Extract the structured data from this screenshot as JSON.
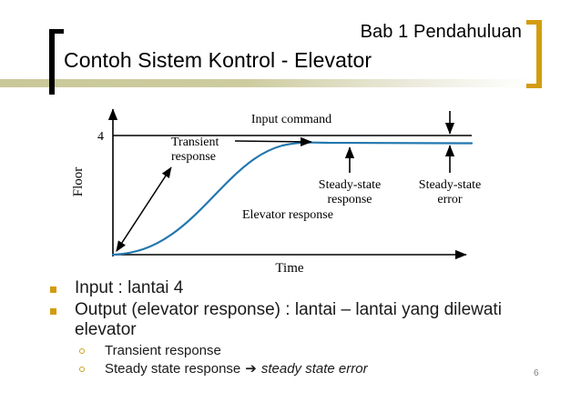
{
  "header": {
    "chapter": "Bab 1 Pendahuluan",
    "title": "Contoh Sistem Kontrol - Elevator"
  },
  "colors": {
    "accent_gold": "#d39c10",
    "bar_olive": "#c9c898",
    "curve_blue": "#2277ae",
    "bullet_square": "#d39c10",
    "bullet_circle": "#c9a227",
    "page_number": "#808080"
  },
  "figure": {
    "y_axis_label": "Floor",
    "x_axis_label": "Time",
    "y_tick_label": "4",
    "labels": {
      "input_command": "Input command",
      "transient_line1": "Transient",
      "transient_line2": "response",
      "elevator_response": "Elevator response",
      "steady_response_line1": "Steady-state",
      "steady_response_line2": "response",
      "steady_error_line1": "Steady-state",
      "steady_error_line2": "error"
    }
  },
  "chart_data": {
    "type": "line",
    "title": "Elevator step response",
    "xlabel": "Time",
    "ylabel": "Floor",
    "xlim": [
      0,
      10
    ],
    "ylim": [
      0,
      4.6
    ],
    "yticks": [
      4
    ],
    "ytick_labels": [
      "4"
    ],
    "xticks": [],
    "grid": false,
    "legend": "none",
    "series": [
      {
        "name": "Input command",
        "color": "#000000",
        "x": [
          0,
          1,
          2,
          3,
          4,
          5,
          6,
          7,
          8,
          9,
          10
        ],
        "values": [
          4,
          4,
          4,
          4,
          4,
          4,
          4,
          4,
          4,
          4,
          4
        ]
      },
      {
        "name": "Elevator response",
        "color": "#2277ae",
        "x": [
          0,
          0.5,
          1,
          1.5,
          2,
          2.5,
          3,
          3.5,
          4,
          4.5,
          5,
          5.5,
          6,
          7,
          8,
          9,
          10
        ],
        "values": [
          0,
          0.05,
          0.2,
          0.45,
          0.8,
          1.25,
          1.8,
          2.35,
          2.85,
          3.25,
          3.5,
          3.65,
          3.72,
          3.75,
          3.75,
          3.76,
          3.76
        ]
      }
    ],
    "annotations": [
      {
        "text": "Input command",
        "x": 5.0,
        "y": 4.35
      },
      {
        "text": "Transient response",
        "x": 2.2,
        "y": 3.55
      },
      {
        "text": "Elevator response",
        "x": 4.6,
        "y": 1.45
      },
      {
        "text": "Steady-state response",
        "x": 7.0,
        "y": 2.6
      },
      {
        "text": "Steady-state error",
        "x": 9.0,
        "y": 2.6
      }
    ]
  },
  "bullets": [
    {
      "level": 1,
      "text": "Input : lantai 4"
    },
    {
      "level": 1,
      "text": "Output (elevator response) : lantai – lantai yang dilewati elevator"
    },
    {
      "level": 2,
      "text": "Transient response"
    },
    {
      "level": 2,
      "text_plain": "Steady state response",
      "arrow": "➔",
      "text_italic": "steady state error"
    }
  ],
  "page_number": "6"
}
